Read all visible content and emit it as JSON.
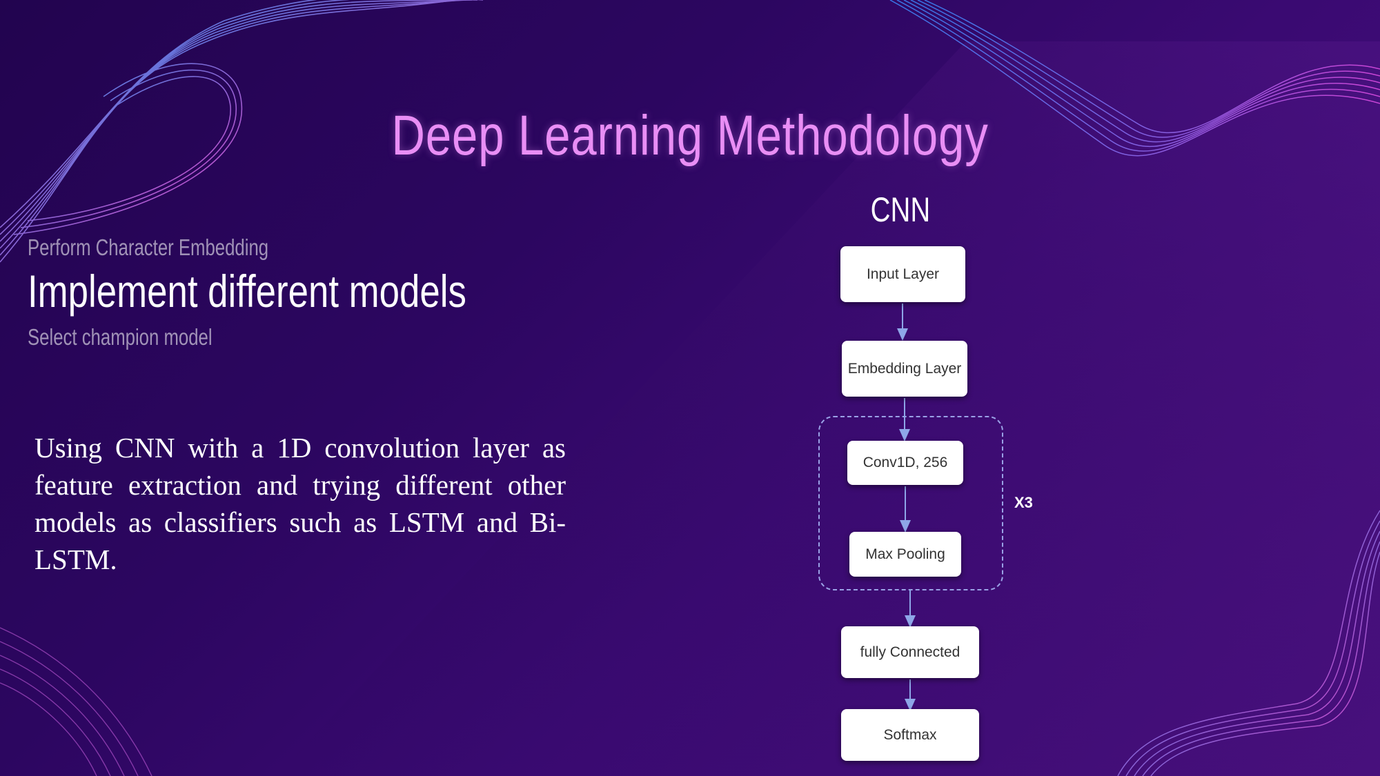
{
  "slide": {
    "title": "Deep Learning Methodology",
    "steps": [
      "Perform Character Embedding",
      "Implement different models",
      "Select champion model"
    ],
    "description": "Using CNN with a 1D convolution layer as feature extraction and trying different other models as classifiers such as LSTM and Bi-LSTM."
  },
  "diagram": {
    "label": "CNN",
    "nodes": [
      "Input Layer",
      "Embedding Layer",
      "Conv1D, 256",
      "Max Pooling",
      "fully Connected",
      "Softmax"
    ],
    "repeat_label": "X3"
  },
  "colors": {
    "title": "#e98ef5",
    "background": "#2c0660",
    "arrow": "#8ea6e8"
  }
}
